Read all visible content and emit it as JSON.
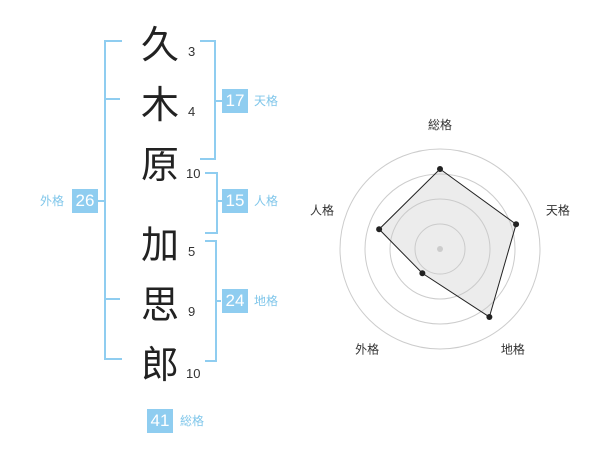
{
  "name": {
    "surname": [
      {
        "char": "久",
        "strokes": "3"
      },
      {
        "char": "木",
        "strokes": "4"
      },
      {
        "char": "原",
        "strokes": "10"
      }
    ],
    "given": [
      {
        "char": "加",
        "strokes": "5"
      },
      {
        "char": "思",
        "strokes": "9"
      },
      {
        "char": "郎",
        "strokes": "10"
      }
    ]
  },
  "fortune": {
    "tenkaku": {
      "value": "17",
      "label": "天格"
    },
    "jinkaku": {
      "value": "15",
      "label": "人格"
    },
    "chikaku": {
      "value": "24",
      "label": "地格"
    },
    "gaikaku": {
      "value": "26",
      "label": "外格"
    },
    "soukaku": {
      "value": "41",
      "label": "総格"
    }
  },
  "colors": {
    "accent": "#8fcdf0",
    "label": "#7fc6ea"
  },
  "chart_data": {
    "type": "radar",
    "axes": [
      "総格",
      "天格",
      "地格",
      "外格",
      "人格"
    ],
    "values": [
      4,
      4,
      4.2,
      1.5,
      3.2
    ],
    "max": 5,
    "rings": 4
  }
}
